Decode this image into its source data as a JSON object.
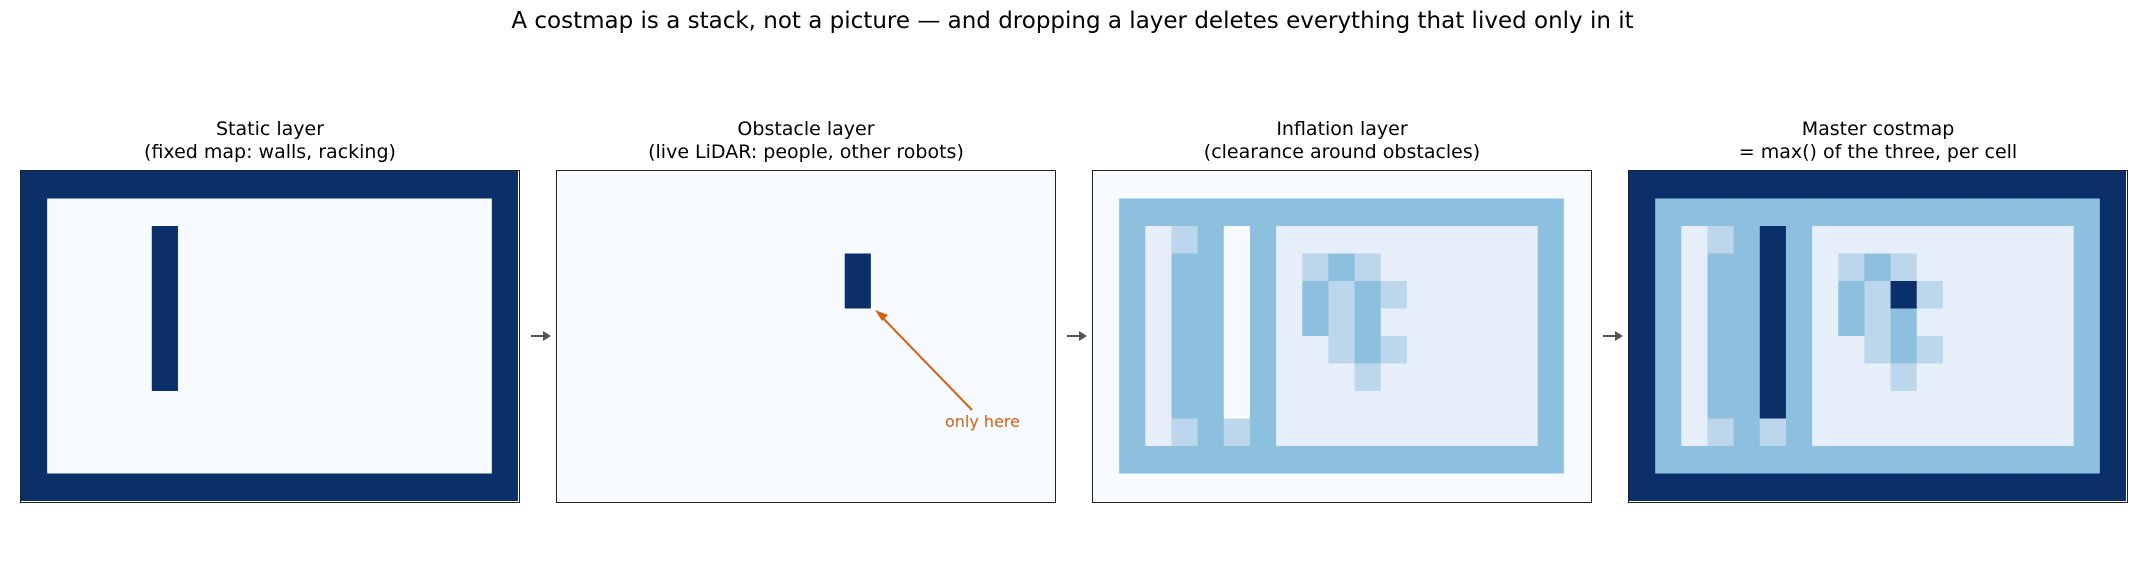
{
  "figure": {
    "title": "A costmap is a stack, not a picture — and dropping a layer deletes everything that lived only in it"
  },
  "colors": {
    "level0": "#f7fbff",
    "level1": "#e6eff9",
    "level2": "#bcd6ec",
    "level3": "#8dbfde",
    "level4": "#0b3069",
    "annotation": "#d35f0f",
    "arrow": "#555555"
  },
  "panels": [
    {
      "id": "static",
      "title_line1": "Static layer",
      "title_line2": "(fixed map: walls, racking)",
      "rows": [
        "4444444444444444444",
        "4000000000000000004",
        "4000040000000000004",
        "4000040000000000004",
        "4000040000000000004",
        "4000040000000000004",
        "4000040000000000004",
        "4000040000000000004",
        "4000000000000000004",
        "4000000000000000004",
        "4000000000000000004",
        "4444444444444444444"
      ]
    },
    {
      "id": "obstacle",
      "title_line1": "Obstacle layer",
      "title_line2": "(live LiDAR: people, other robots)",
      "rows": [
        "0000000000000000000",
        "0000000000000000000",
        "0000000000000000000",
        "0000000000040000000",
        "0000000000040000000",
        "0000000000000000000",
        "0000000000000000000",
        "0000000000000000000",
        "0000000000000000000",
        "0000000000000000000",
        "0000000000000000000",
        "0000000000000000000"
      ],
      "annotation": {
        "text": "only here",
        "target_row": 4,
        "target_col": 11
      }
    },
    {
      "id": "inflation",
      "title_line1": "Inflation layer",
      "title_line2": "(clearance around obstacles)",
      "rows": [
        "0000000000000000000",
        "0333333333333333330",
        "0312303111111111130",
        "0313303123211111130",
        "0313303132321111130",
        "0313303132311111130",
        "0313303112321111130",
        "0313303111211111130",
        "0313303111111111130",
        "0312323111111111130",
        "0333333333333333330",
        "0000000000000000000"
      ]
    },
    {
      "id": "master",
      "title_line1": "Master costmap",
      "title_line2": "= max() of the three, per cell",
      "rows": [
        "4444444444444444444",
        "4333333333333333334",
        "4312343111111111134",
        "4313343123211111134",
        "4313343132421111134",
        "4313343132311111134",
        "4313343112321111134",
        "4313343111211111134",
        "4313343111111111134",
        "4312323111111111134",
        "4333333333333333334",
        "4444444444444444444"
      ]
    }
  ]
}
